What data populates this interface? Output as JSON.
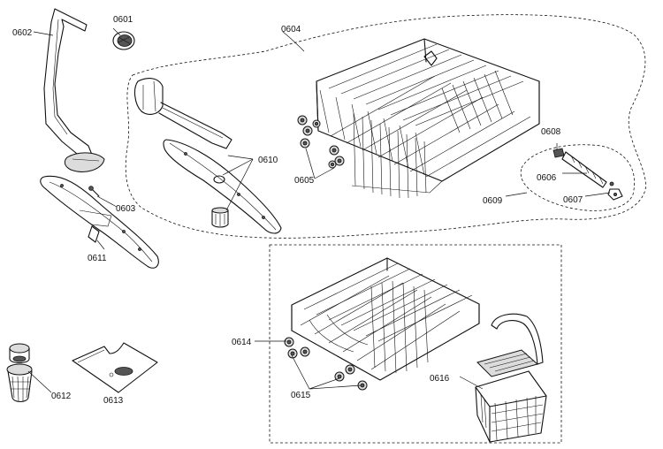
{
  "labels": {
    "p0601": "0601",
    "p0602": "0602",
    "p0603": "0603",
    "p0604": "0604",
    "p0605": "0605",
    "p0606": "0606",
    "p0607": "0607",
    "p0608": "0608",
    "p0609": "0609",
    "p0610": "0610",
    "p0611": "0611",
    "p0612": "0612",
    "p0613": "0613",
    "p0614": "0614",
    "p0615": "0615",
    "p0616": "0616"
  }
}
